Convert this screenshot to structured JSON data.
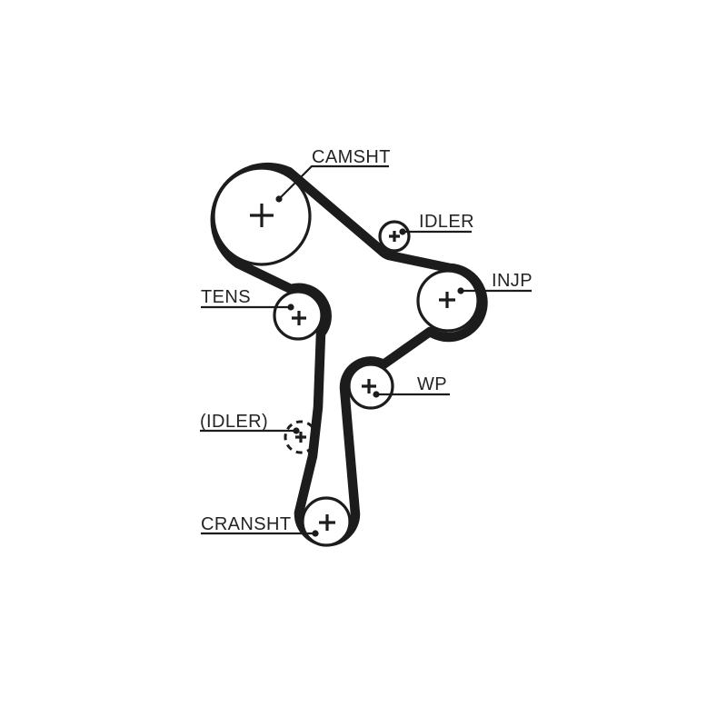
{
  "diagram": {
    "type": "timing-belt-routing",
    "colors": {
      "background": "#ffffff",
      "line": "#1c1c1c",
      "text": "#242424"
    },
    "pulleys": [
      {
        "id": "camshaft",
        "label": "CAMSHT",
        "marker": "+",
        "style": "solid"
      },
      {
        "id": "idler",
        "label": "IDLER",
        "marker": "+",
        "style": "solid"
      },
      {
        "id": "injection-pump",
        "label": "INJP",
        "marker": "+",
        "style": "solid"
      },
      {
        "id": "tensioner",
        "label": "TENS",
        "marker": "+",
        "style": "solid"
      },
      {
        "id": "water-pump",
        "label": "WP",
        "marker": "+",
        "style": "solid"
      },
      {
        "id": "optional-idler",
        "label": "(IDLER)",
        "marker": "+",
        "style": "dashed"
      },
      {
        "id": "crankshaft",
        "label": "CRANSHT",
        "marker": "+",
        "style": "solid"
      }
    ]
  }
}
